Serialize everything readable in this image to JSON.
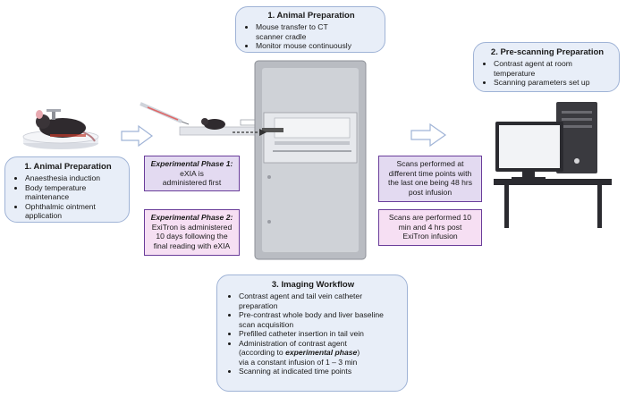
{
  "top_prep": {
    "title": "1. Animal Preparation",
    "items": [
      "Mouse transfer to CT scanner cradle",
      "Monitor mouse continuously"
    ]
  },
  "left_prep": {
    "title": "1. Animal Preparation",
    "items": [
      "Anaesthesia induction",
      "Body temperature maintenance",
      "Ophthalmic ointment application"
    ]
  },
  "prescan": {
    "title": "2. Pre-scanning Preparation",
    "items": [
      "Contrast agent at room temperature",
      "Scanning parameters set up"
    ]
  },
  "phase1": {
    "title": "Experimental Phase 1:",
    "text": "eXIA is administered first"
  },
  "phase2": {
    "title": "Experimental Phase 2:",
    "text": "ExiTron is administered 10 days following the final reading with eXIA"
  },
  "scans1": {
    "text": "Scans performed at different time points with the last one being 48 hrs post infusion"
  },
  "scans2": {
    "text": "Scans are performed 10 min and 4 hrs post ExiTron infusion"
  },
  "imaging": {
    "title": "3. Imaging Workflow",
    "items": [
      "Contrast agent and tail vein catheter preparation",
      "Pre-contrast whole body and liver baseline scan acquisition",
      "Prefilled catheter insertion in tail vein",
      "Administration of contrast agent (according to ",
      "via a constant infusion of 1 – 3 min",
      "Scanning at indicated time points"
    ],
    "emphasis": "experimental phase",
    "emphasis_suffix": ")"
  },
  "colors": {
    "box_fill": "#e8eef8",
    "box_border": "#9fb3d6",
    "phase_fill": "#e3daf1",
    "scan_fill": "#f6dff3",
    "border_purple": "#6a3d9a"
  }
}
